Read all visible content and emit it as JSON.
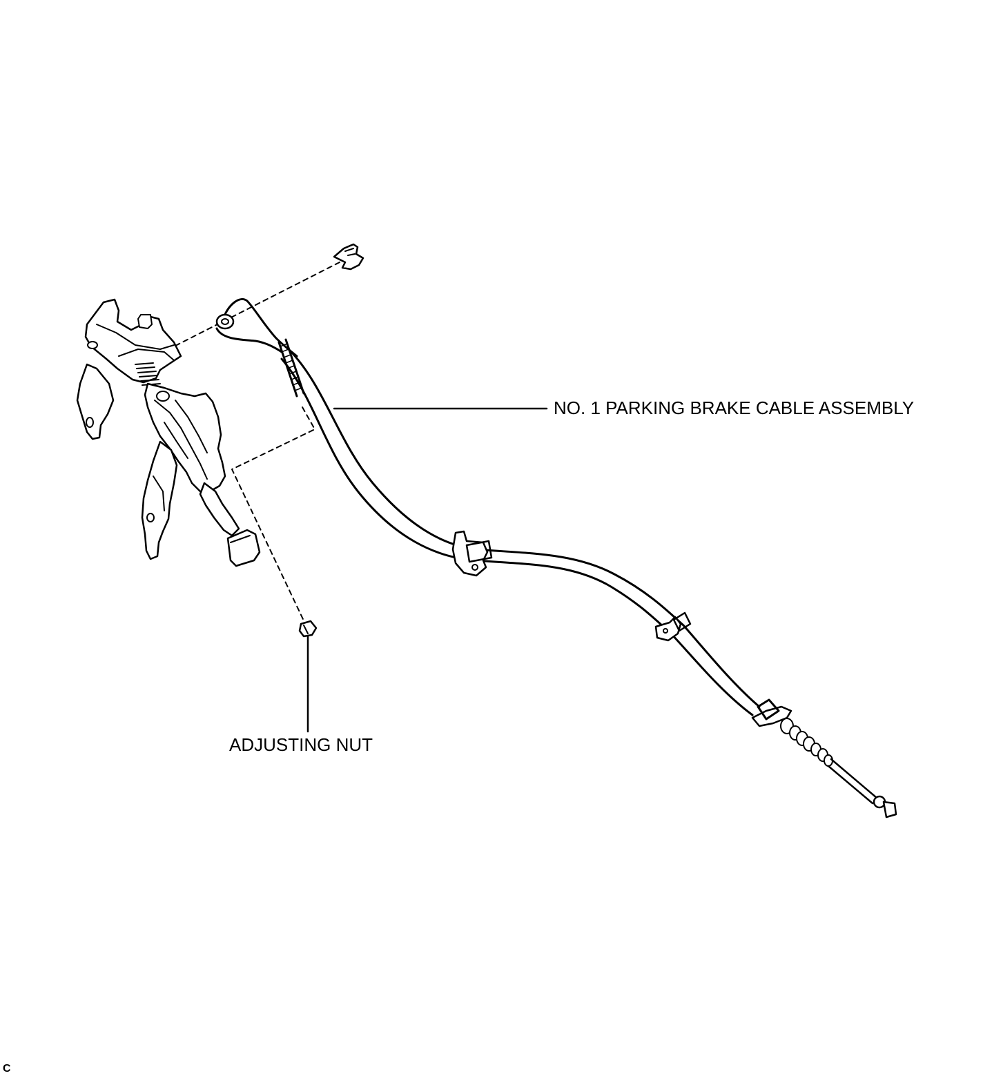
{
  "labels": {
    "cable": "NO. 1 PARKING BRAKE CABLE ASSEMBLY",
    "nut": "ADJUSTING NUT",
    "corner_code": "C"
  },
  "parts": {
    "pedal": "parking-brake-pedal-assembly",
    "clip": "retaining-clip",
    "cable": "parking-brake-cable",
    "nut": "adjusting-nut"
  },
  "colors": {
    "ink": "#000000",
    "background": "#ffffff"
  }
}
